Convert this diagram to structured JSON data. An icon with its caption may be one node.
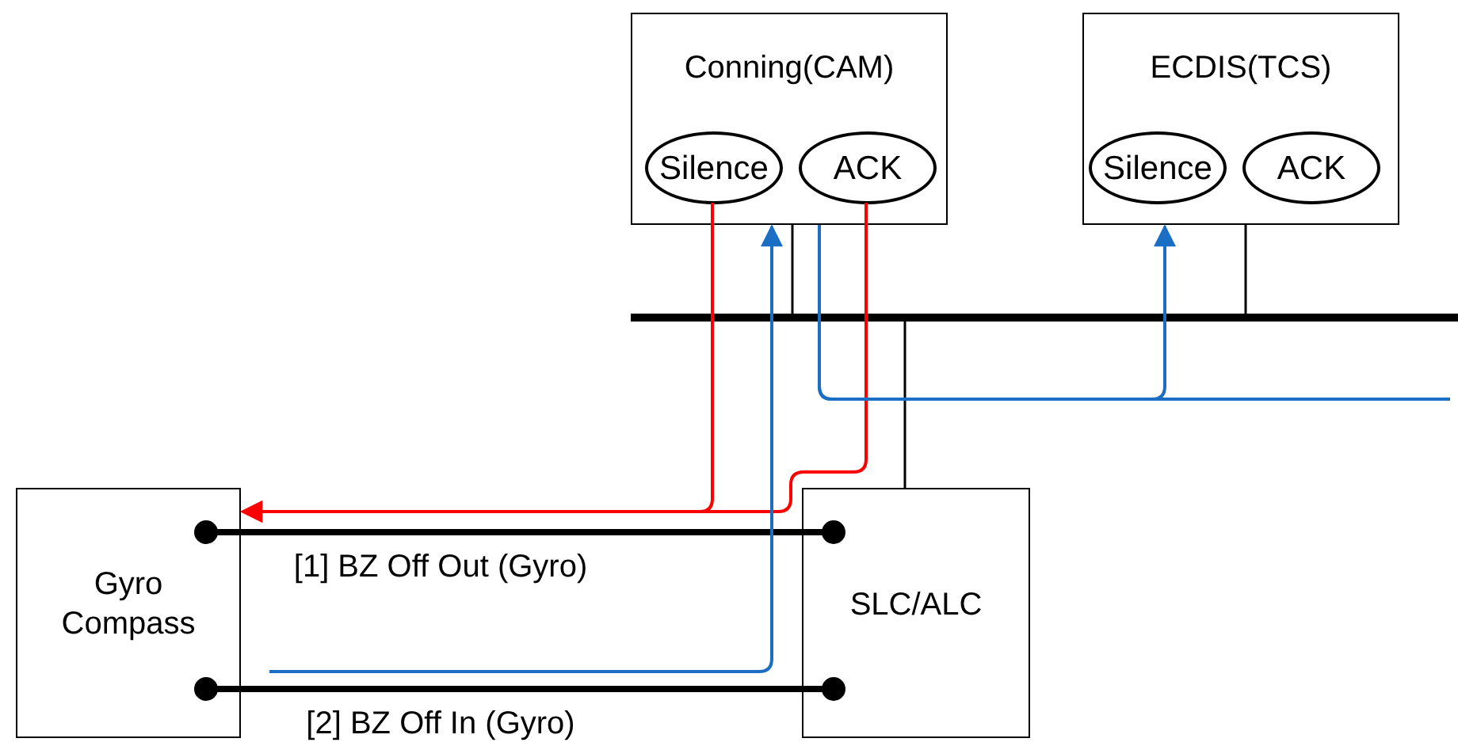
{
  "diagram": {
    "nodes": [
      {
        "text": [
          "Conning(CAM)"
        ]
      },
      {
        "text": [
          "Silence"
        ],
        "in": 0
      },
      {
        "text": [
          "ACK"
        ],
        "in": 0
      },
      {
        "text": [
          "ECDIS(TCS)"
        ]
      },
      {
        "text": [
          "Silence"
        ],
        "in": 3
      },
      {
        "text": [
          "ACK"
        ],
        "in": 3
      },
      {
        "text": [],
        "shape": "bar"
      },
      {
        "text": [
          "Gyro Compass"
        ]
      },
      {
        "text": [
          "SLC/ALC"
        ]
      }
    ],
    "edges": [
      {
        "from": 0,
        "to": 6,
        "arrow": "none"
      },
      {
        "from": 3,
        "to": 6,
        "arrow": "none"
      },
      {
        "from": 8,
        "to": 6,
        "arrow": "none"
      },
      {
        "from": 7,
        "to": 8,
        "arrow": "other",
        "label": "[1] BZ Off Out (Gyro)",
        "style": "thick"
      },
      {
        "from": 7,
        "to": 8,
        "arrow": "other",
        "label": "[2] BZ Off In (Gyro)",
        "style": "thick"
      },
      {
        "from": 1,
        "to": 7,
        "arrow": "to",
        "color": "#ff0000"
      },
      {
        "from": 2,
        "to": 7,
        "arrow": "to",
        "color": "#ff0000"
      },
      {
        "from": null,
        "to": 0,
        "arrow": "to",
        "color": "#1a6fc4"
      },
      {
        "from": 0,
        "to": 3,
        "arrow": "to",
        "color": "#1a6fc4"
      },
      {
        "from": 0,
        "to": null,
        "arrow": "none",
        "color": "#1a6fc4"
      }
    ]
  }
}
